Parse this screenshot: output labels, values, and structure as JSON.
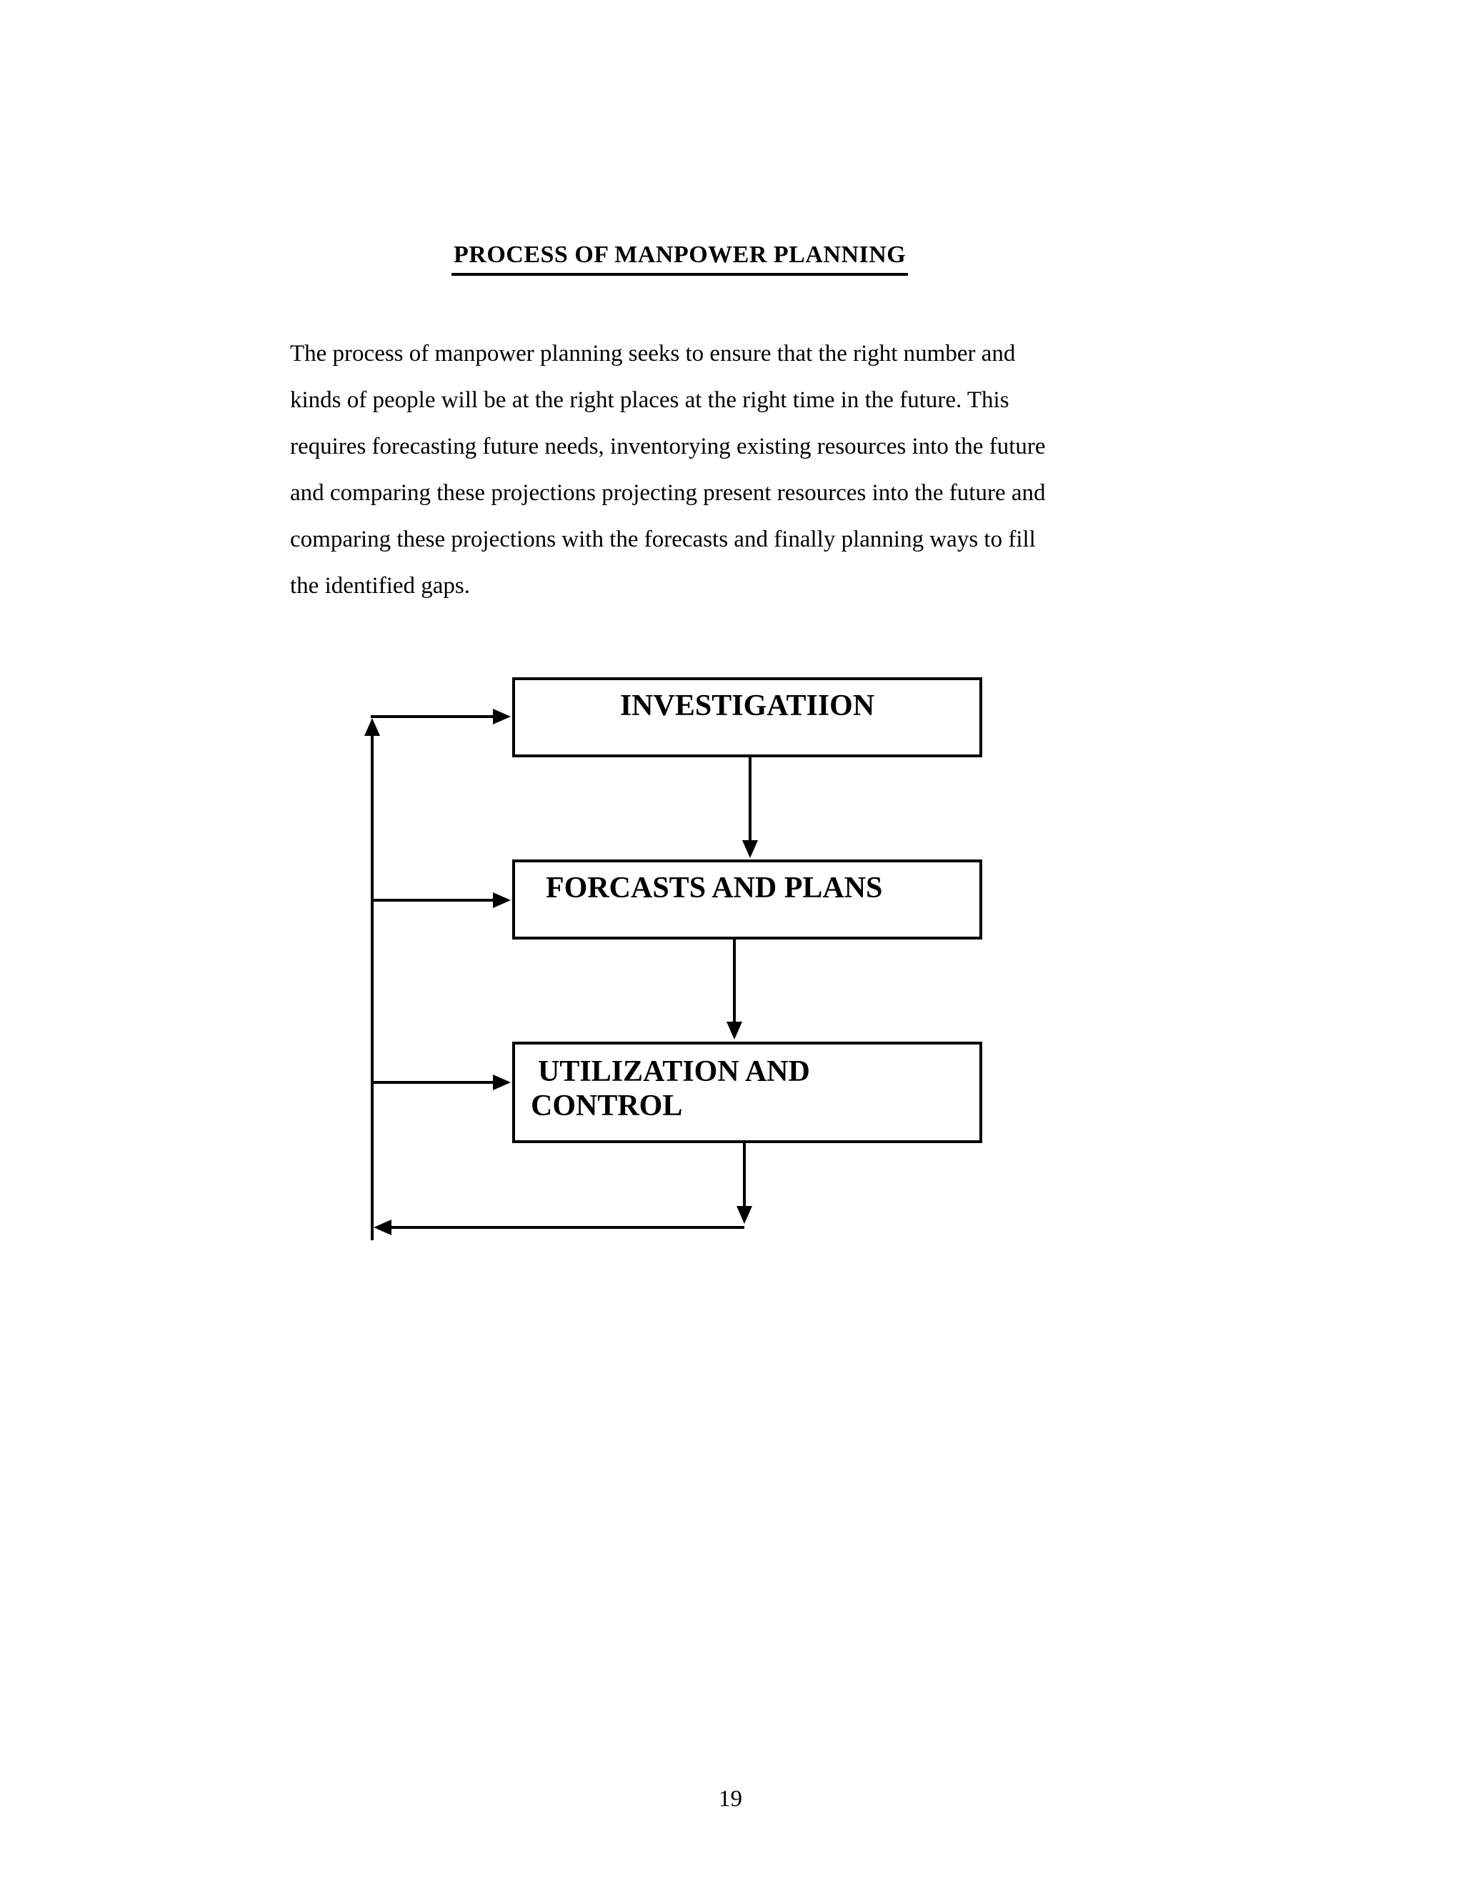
{
  "page": {
    "title": "PROCESS OF MANPOWER PLANNING",
    "page_number": "19",
    "background_color": "#ffffff",
    "text_color": "#000000",
    "line_color": "#000000"
  },
  "paragraph": {
    "lines": [
      "The process of manpower planning seeks to ensure that the right number and",
      "kinds of people will be at the right places at the right time in the future. This",
      "requires forecasting future needs, inventorying existing resources into the future",
      "and comparing these projections projecting present resources into the future and",
      "comparing these projections with the forecasts and finally planning ways to fill",
      "the identified gaps."
    ]
  },
  "diagram": {
    "boxes": [
      {
        "id": "investigation",
        "label": "INVESTIGATIION"
      },
      {
        "id": "forecasts",
        "label": "FORCASTS AND PLANS"
      },
      {
        "id": "utilization",
        "label_line1": "UTILIZATION AND",
        "label_line2": "CONTROL"
      }
    ],
    "connections": [
      "investigation -> forecasts",
      "forecasts -> utilization",
      "utilization -> feedback-loop",
      "feedback-loop -> investigation",
      "feedback-loop -> forecasts",
      "feedback-loop -> utilization"
    ]
  }
}
